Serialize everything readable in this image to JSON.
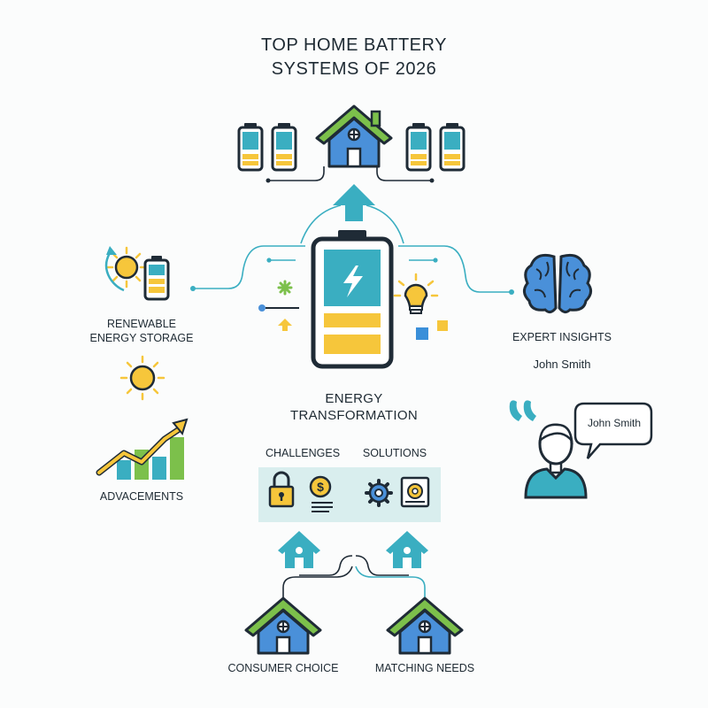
{
  "title": {
    "line1": "TOP HOME BATTERY",
    "line2": "SYSTEMS OF 2026"
  },
  "center": {
    "line1": "ENERGY",
    "line2": "TRANSFORMATION"
  },
  "renewable": {
    "line1": "RENEWABLE",
    "line2": "ENERGY STORAGE"
  },
  "advancements": {
    "label": "ADVACEMENTS"
  },
  "expert": {
    "label": "EXPERT INSIGHTS",
    "name": "John Smith",
    "bubble_text": "John Smith"
  },
  "challenges": {
    "label": "CHALLENGES"
  },
  "solutions": {
    "label": "SOLUTIONS"
  },
  "consumer_choice": {
    "label": "CONSUMER CHOICE"
  },
  "matching_needs": {
    "label": "MATCHING NEEDS"
  },
  "icons": [
    "battery-icon",
    "house-icon",
    "arrow-up-icon",
    "sun-icon",
    "brain-icon",
    "lightbulb-icon",
    "growth-chart-icon",
    "speech-bubble-icon",
    "quote-icon",
    "person-icon",
    "lock-icon",
    "dollar-coin-icon",
    "gear-icon",
    "settings-panel-icon"
  ],
  "colors": {
    "teal": "#3aaec1",
    "yellow": "#f6c63b",
    "green": "#7cc04b",
    "blue": "#4a90d9",
    "navy": "#1f2b36",
    "panel": "#d9eeee"
  }
}
